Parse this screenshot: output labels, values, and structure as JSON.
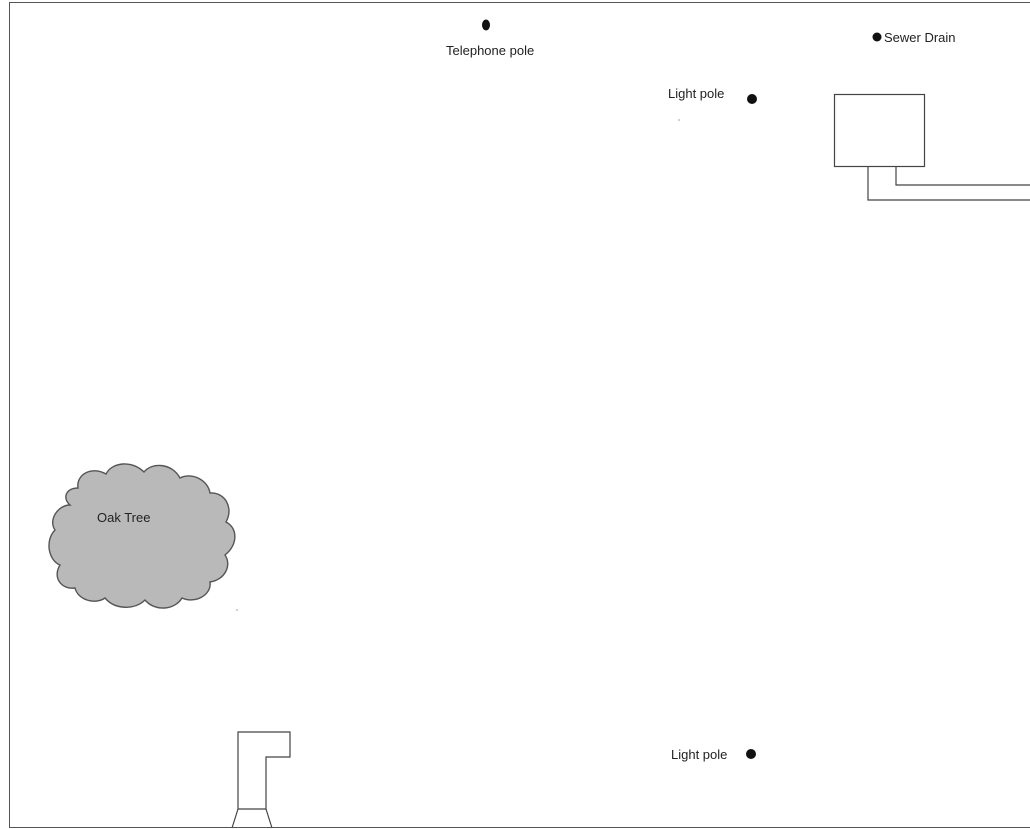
{
  "colors": {
    "background": "#ffffff",
    "outline": "#444444",
    "marker": "#111111",
    "tree_fill": "#b9b9b9",
    "tree_stroke": "#555555",
    "text": "#222222"
  },
  "landmarks": {
    "telephone_pole": {
      "label": "Telephone pole",
      "icon": "filled-dot-marker"
    },
    "sewer_drain": {
      "label": "Sewer Drain",
      "icon": "filled-dot-marker"
    },
    "light_pole_top": {
      "label": "Light pole",
      "icon": "filled-dot-marker"
    },
    "light_pole_bottom": {
      "label": "Light pole",
      "icon": "filled-dot-marker"
    },
    "oak_tree": {
      "label": "Oak Tree",
      "icon": "cloud-tree-shape"
    }
  },
  "structures": {
    "building_top_right": {
      "icon": "rectangle-outline"
    },
    "walkway_top_right": {
      "icon": "double-line-path"
    },
    "chimney_bottom_left": {
      "icon": "l-shape-outline"
    }
  }
}
